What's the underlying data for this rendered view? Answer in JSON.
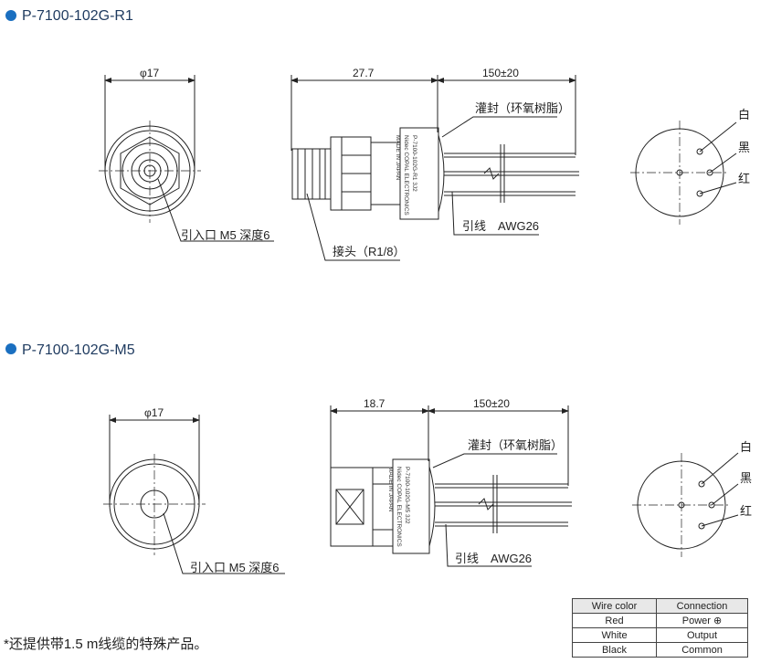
{
  "models": [
    {
      "title": "P-7100-102G-R1",
      "front_diameter": "φ17",
      "inlet_note": "引入口 M5 深度6",
      "length": "27.7",
      "wire_length": "150±20",
      "seal_note": "灌封（环氧树脂）",
      "lead_note": "引线　AWG26",
      "fitting_note": "接头（R1/8）",
      "plate_lines": [
        "P-7100-102G-R1  3J2",
        "Nidec COPAL ELECTRONICS",
        "MADE IN JAPAN"
      ],
      "wire_labels": [
        "白",
        "黑",
        "红"
      ]
    },
    {
      "title": "P-7100-102G-M5",
      "front_diameter": "φ17",
      "inlet_note": "引入口 M5 深度6",
      "length": "18.7",
      "wire_length": "150±20",
      "seal_note": "灌封（环氧树脂）",
      "lead_note": "引线　AWG26",
      "plate_lines": [
        "P-7100-102G-M5  3J2",
        "Nidec COPAL ELECTRONICS",
        "MADE IN JAPAN"
      ],
      "wire_labels": [
        "白",
        "黑",
        "红"
      ]
    }
  ],
  "footnote": "*还提供带1.5 m线缆的特殊产品。",
  "wire_table": {
    "headers": [
      "Wire color",
      "Connection"
    ],
    "rows": [
      [
        "Red",
        "Power ⊕"
      ],
      [
        "White",
        "Output"
      ],
      [
        "Black",
        "Common"
      ]
    ]
  },
  "colors": {
    "bullet": "#1a6fc0",
    "title": "#1e3a5f"
  }
}
